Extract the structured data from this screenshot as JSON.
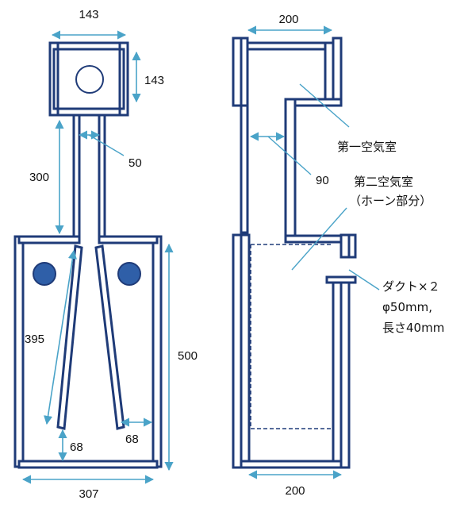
{
  "left_view": {
    "dimensions": {
      "top_width": "143",
      "top_height": "143",
      "neck_width": "50",
      "neck_length": "300",
      "horn_length": "395",
      "mouth_left": "68",
      "mouth_right": "68",
      "body_height": "500",
      "body_width": "307"
    }
  },
  "right_view": {
    "dimensions": {
      "top_width": "200",
      "mid_width": "90",
      "bottom_width": "200"
    },
    "labels": {
      "chamber1": "第一空気室",
      "chamber2_line1": "第二空気室",
      "chamber2_line2": "（ホーン部分）",
      "duct_line1": "ダクト×２",
      "duct_line2": "φ50mm,",
      "duct_line3": "長さ40mm"
    }
  },
  "colors": {
    "wall": "#1f3b78",
    "dimension": "#4aa3c8",
    "port": "#2f5fa8"
  }
}
